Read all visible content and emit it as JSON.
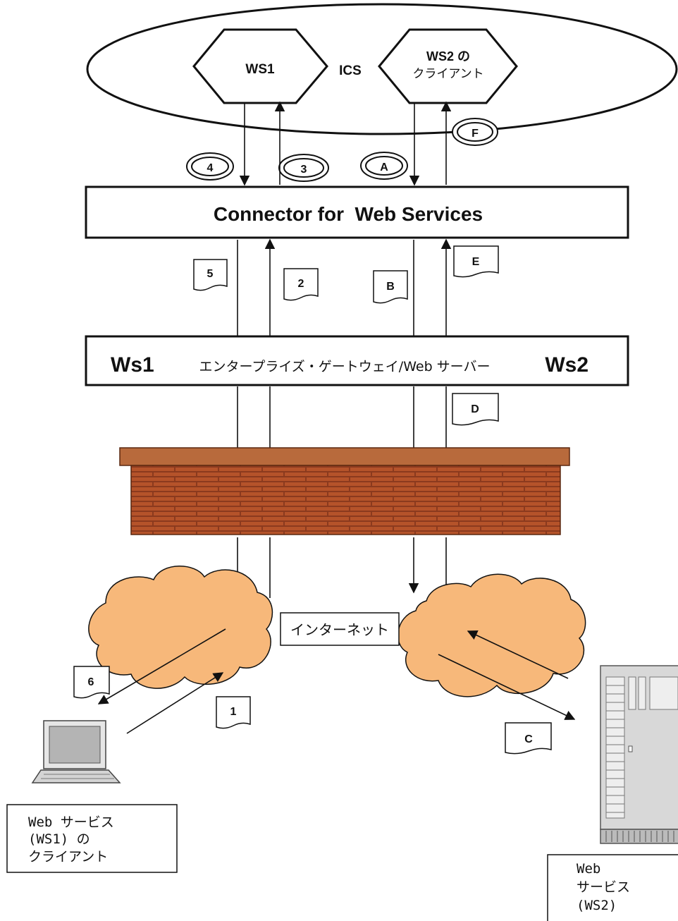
{
  "ics": {
    "label": "ICS",
    "ws1": "WS1",
    "ws2_client_line1": "WS2 の",
    "ws2_client_line2": "クライアント"
  },
  "connector": {
    "label": "Connector for  Web Services"
  },
  "gateway": {
    "left": "Ws1",
    "middle": "エンタープライズ・ゲートウェイ/Web サーバー",
    "right": "Ws2"
  },
  "internet": {
    "label": "インターネット"
  },
  "steps": {
    "s1": "1",
    "s2": "2",
    "s3": "3",
    "s4": "4",
    "s5": "5",
    "s6": "6",
    "a": "A",
    "b": "B",
    "c": "C",
    "d": "D",
    "e": "E",
    "f": "F"
  },
  "client_box": {
    "line1": "Web サービス",
    "line2": "(WS1) の",
    "line3": "クライアント"
  },
  "server_box": {
    "line1": "Web",
    "line2": "サービス",
    "line3": "(WS2)"
  },
  "colors": {
    "wall": "#8b3a1e",
    "wall_cap": "#b86a3c",
    "cloud": "#f7b87a",
    "server": "#d8d8d8"
  }
}
